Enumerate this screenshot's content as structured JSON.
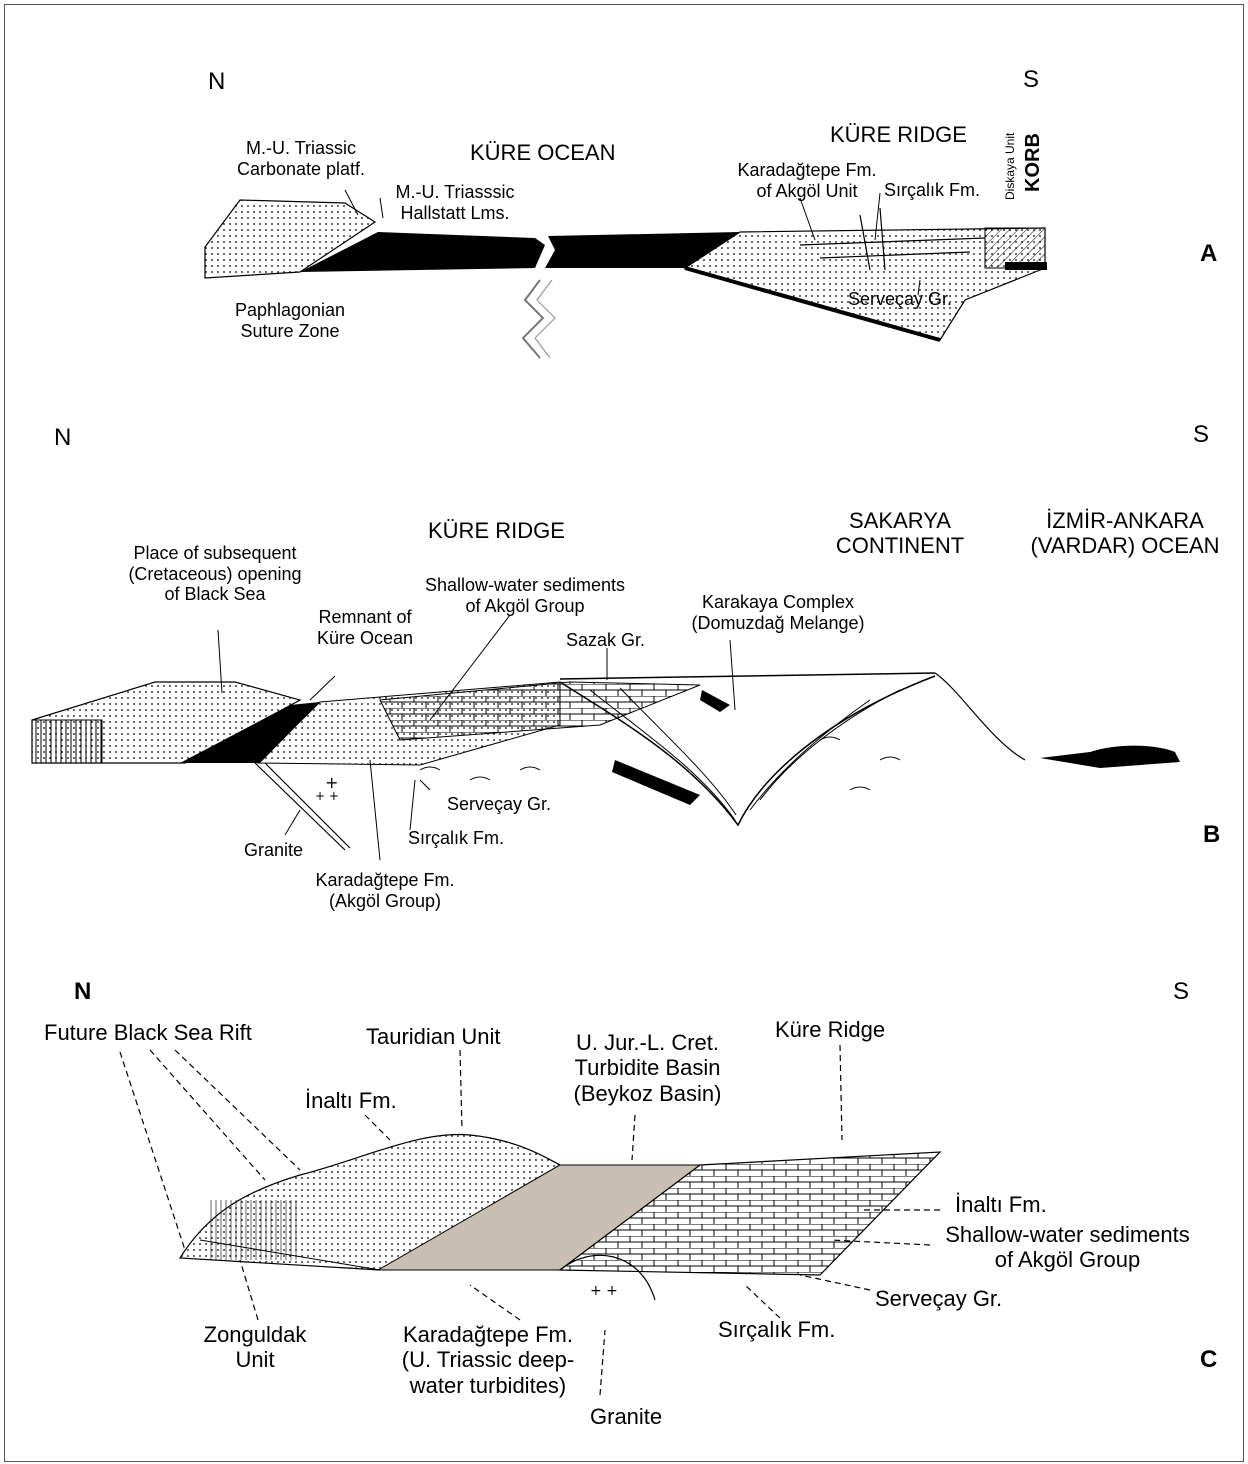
{
  "panel_a": {
    "letter": "A",
    "north": "N",
    "south": "S",
    "kure_ocean": "KÜRE OCEAN",
    "kure_ridge": "KÜRE  RIDGE",
    "carbonate_platform": [
      "M.-U. Triassic",
      "Carbonate platf."
    ],
    "hallstatt": [
      "M.-U. Triasssic",
      "Hallstatt Lms."
    ],
    "karadagtepe": [
      "Karadağtepe Fm.",
      "of Akgöl Unit"
    ],
    "sircalik": "Sırçalık Fm.",
    "diskaya": "Diskaya Unit",
    "korb": "KORB",
    "servecay": "Serveçay Gr.",
    "paphlagonian": [
      "Paphlagonian",
      "Suture Zone"
    ]
  },
  "panel_b": {
    "letter": "B",
    "north": "N",
    "south": "S",
    "kure_ridge": "KÜRE RIDGE",
    "sakarya": [
      "SAKARYA",
      "CONTINENT"
    ],
    "izmir": [
      "İZMİR-ANKARA",
      "(VARDAR) OCEAN"
    ],
    "black_sea_opening": [
      "Place of subsequent",
      "(Cretaceous) opening",
      "of Black Sea"
    ],
    "shallow_water": [
      "Shallow-water sediments",
      "of Akgöl Group"
    ],
    "remnant": [
      "Remnant of",
      "Küre Ocean"
    ],
    "karakaya": [
      "Karakaya Complex",
      "(Domuzdağ Melange)"
    ],
    "sazak": "Sazak Gr.",
    "servecay": "Serveçay Gr.",
    "sircalik": "Sırçalık Fm.",
    "granite": "Granite",
    "karadagtepe": [
      "Karadağtepe Fm.",
      "(Akgöl Group)"
    ]
  },
  "panel_c": {
    "letter": "C",
    "north": "N",
    "south": "S",
    "future_rift": "Future Black Sea Rift",
    "tauridian": "Tauridian Unit",
    "turbidite_basin": [
      "U. Jur.-L. Cret.",
      "Turbidite Basin",
      "(Beykoz Basin)"
    ],
    "kure_ridge": "Küre Ridge",
    "inalti_left": "İnaltı Fm.",
    "inalti_right": "İnaltı Fm.",
    "shallow_water": [
      "Shallow-water sediments",
      "of Akgöl Group"
    ],
    "servecay": "Serveçay Gr.",
    "sircalik": "Sırçalık Fm.",
    "zonguldak": [
      "Zonguldak",
      "Unit"
    ],
    "karadagtepe": [
      "Karadağtepe Fm.",
      "(U. Triassic deep-",
      "water turbidites)"
    ],
    "granite": "Granite"
  },
  "colors": {
    "ink": "#000000",
    "basin_fill": "#c9beb4"
  }
}
